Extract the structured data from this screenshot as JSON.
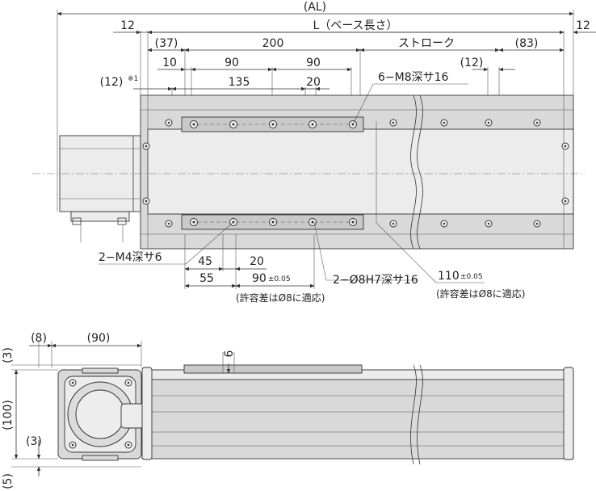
{
  "top_view": {
    "overall_length": "(AL)",
    "end_left": "12",
    "end_right": "12",
    "base_length": "L（ベース長さ）",
    "offset_37": "(37)",
    "table_length": "200",
    "stroke": "ストローク",
    "offset_83": "(83)",
    "offset_12_right": "(12)",
    "pitch_10": "10",
    "pitch_90_a": "90",
    "pitch_90_b": "90",
    "pitch_135": "135",
    "pitch_20_top": "20",
    "offset_12_left": "(12)",
    "note_mark": "※1",
    "callout_m8": "6−M8深サ16",
    "callout_m4": "2−M4深サ6",
    "dim_45": "45",
    "dim_20_bottom": "20",
    "dim_55": "55",
    "dim_90_tol": "90",
    "tol_pm": "±0.05",
    "note_tolerance_left": "(許容差はØ8に適応)",
    "callout_pin": "2−Ø8H7深サ16",
    "dim_110": "110",
    "tol_pm_110": "±0.05",
    "note_tolerance_right": "(許容差はØ8に適応)"
  },
  "front_view": {
    "dim_8": "(8)",
    "dim_90": "(90)",
    "dim_3_top": "(3)",
    "height_100": "(100)",
    "dim_3_side": "(3)",
    "dim_5": "(5)",
    "dim_6": "6"
  }
}
